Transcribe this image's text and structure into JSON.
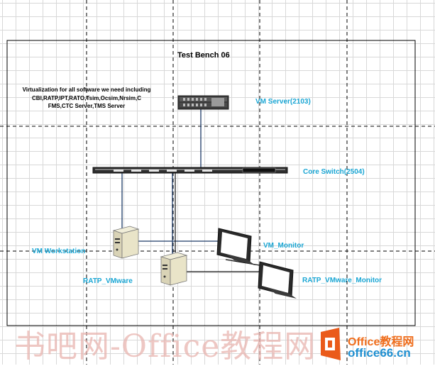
{
  "diagram": {
    "title": "Test Bench 06",
    "note": "Virtualization for all software we need including CBI,RATP,IPT,RATO,Tsim,Ocsim,Nrsim,C FMS,CTC Server,TMS Server",
    "nodes": {
      "vm_server": "VM Server(2103)",
      "core_switch": "Core Switch(2504)",
      "vm_workstation": "VM Workstation",
      "vm_monitor": "VM_Monitor",
      "ratp_vmware": "RATP_VMware",
      "ratp_vmware_monitor": "RATP_VMware_Monitor"
    },
    "label_color": "#1aa6d4"
  },
  "watermark": {
    "chinese": "书吧网-Office教程网",
    "brand_name": "Office教程网",
    "brand_url": "office66.cn",
    "brand_logo_icon": "office-logo-icon"
  }
}
